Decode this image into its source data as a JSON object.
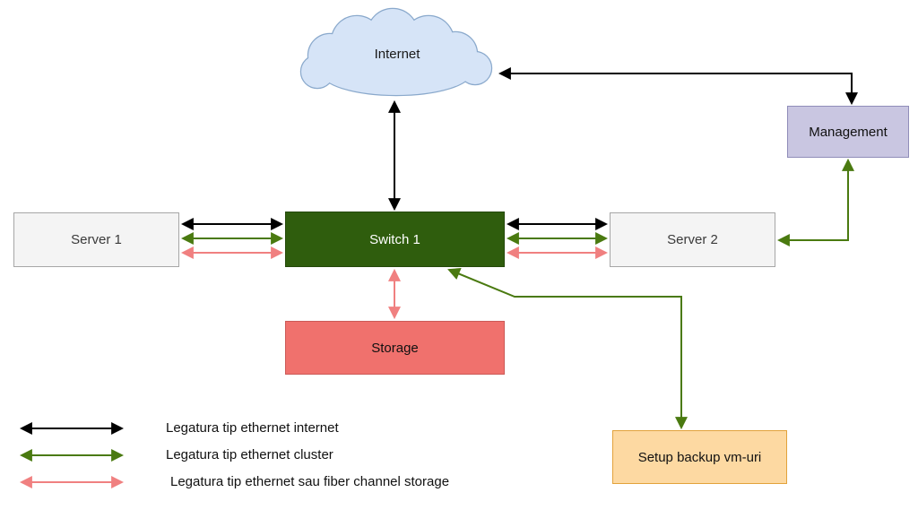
{
  "diagram": {
    "nodes": {
      "internet": {
        "label": "Internet",
        "fill": "#d6e4f7",
        "stroke": "#8aa9cc"
      },
      "management": {
        "label": "Management",
        "fill": "#c9c6e1",
        "stroke": "#908db9"
      },
      "server1": {
        "label": "Server 1",
        "fill": "#f4f4f4",
        "stroke": "#a6a6a6"
      },
      "switch1": {
        "label": "Switch 1",
        "fill": "#2f5d0d",
        "stroke": "#24490a"
      },
      "server2": {
        "label": "Server 2",
        "fill": "#f4f4f4",
        "stroke": "#a6a6a6"
      },
      "storage": {
        "label": "Storage",
        "fill": "#f0716d",
        "stroke": "#cb5a57"
      },
      "backup": {
        "label": "Setup backup vm-uri",
        "fill": "#fdd9a2",
        "stroke": "#e2a23b"
      }
    },
    "link_colors": {
      "internet": "#000000",
      "cluster": "#4a7a10",
      "storage": "#f08080"
    },
    "legend": [
      {
        "label": "Legatura tip ethernet internet",
        "color": "#000000"
      },
      {
        "label": "Legatura tip ethernet cluster",
        "color": "#4a7a10"
      },
      {
        "label": "Legatura tip ethernet sau fiber channel storage",
        "color": "#f08080"
      }
    ]
  }
}
